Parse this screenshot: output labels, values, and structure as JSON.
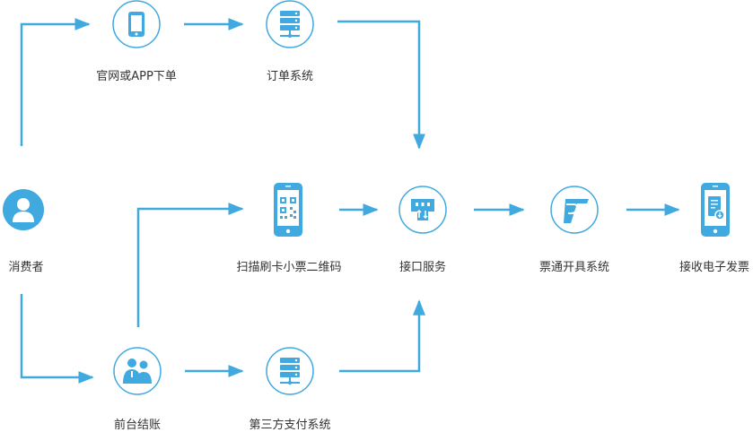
{
  "colors": {
    "accent": "#3fa9e0",
    "text": "#333333",
    "background": "#ffffff"
  },
  "nodes": {
    "consumer": {
      "label": "消费者",
      "icon": "user-icon"
    },
    "online": {
      "label": "官网或APP下单",
      "icon": "tablet-icon"
    },
    "order": {
      "label": "订单系统",
      "icon": "server-icon"
    },
    "counter": {
      "label": "前台结账",
      "icon": "staff-icon"
    },
    "payment": {
      "label": "第三方支付系统",
      "icon": "server-icon"
    },
    "scan": {
      "label": "扫描刷卡小票二维码",
      "icon": "phone-qr-icon"
    },
    "interface": {
      "label": "接口服务",
      "icon": "interface-icon"
    },
    "invoice": {
      "label": "票通开具系统",
      "icon": "invoice-logo-icon"
    },
    "receive": {
      "label": "接收电子发票",
      "icon": "phone-invoice-icon"
    }
  }
}
